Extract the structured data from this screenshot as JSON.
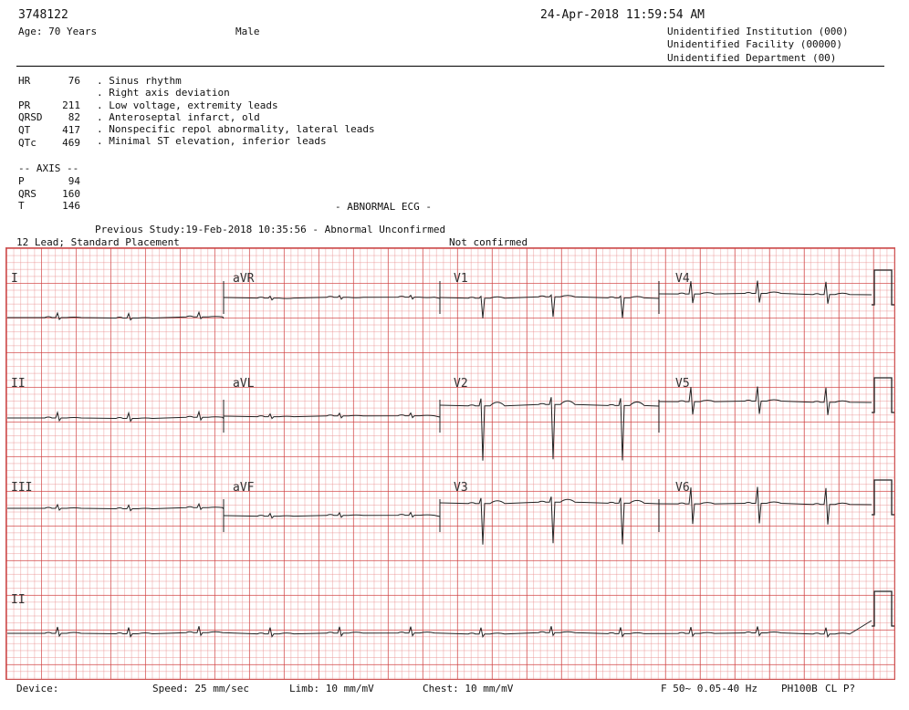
{
  "header": {
    "patient_id": "3748122",
    "age": "Age: 70 Years",
    "sex": "Male",
    "datetime": "24-Apr-2018 11:59:54 AM",
    "institution": "Unidentified Institution (000)",
    "facility": "Unidentified Facility (00000)",
    "department": "Unidentified Department (00)"
  },
  "measurements": [
    {
      "label": "HR",
      "value": "76"
    },
    {
      "label": "PR",
      "value": "211"
    },
    {
      "label": "QRSD",
      "value": "82"
    },
    {
      "label": "QT",
      "value": "417"
    },
    {
      "label": "QTc",
      "value": "469"
    }
  ],
  "interpretation": [
    ". Sinus rhythm",
    ". Right axis deviation",
    ". Low voltage, extremity leads",
    ". Anteroseptal infarct, old",
    ". Nonspecific repol abnormality, lateral leads",
    ". Minimal ST elevation, inferior leads"
  ],
  "axis": {
    "title": "-- AXIS --",
    "items": [
      {
        "label": "P",
        "value": "94"
      },
      {
        "label": "QRS",
        "value": "160"
      },
      {
        "label": "T",
        "value": "146"
      }
    ]
  },
  "summary": "- ABNORMAL ECG -",
  "previous_study": "Previous Study:19-Feb-2018 10:35:56 - Abnormal Unconfirmed",
  "lead_placement": "12 Lead; Standard Placement",
  "confirmation": "Not confirmed",
  "leads": [
    "I",
    "aVR",
    "V1",
    "V4",
    "II",
    "aVL",
    "V2",
    "V5",
    "III",
    "aVF",
    "V3",
    "V6",
    "II"
  ],
  "footer": {
    "device": "Device:",
    "speed": "Speed: 25 mm/sec",
    "limb": "Limb: 10 mm/mV",
    "chest": "Chest: 10 mm/mV",
    "filter": "F 50~ 0.05-40 Hz",
    "model": "PH100B",
    "cl": "CL P?"
  }
}
